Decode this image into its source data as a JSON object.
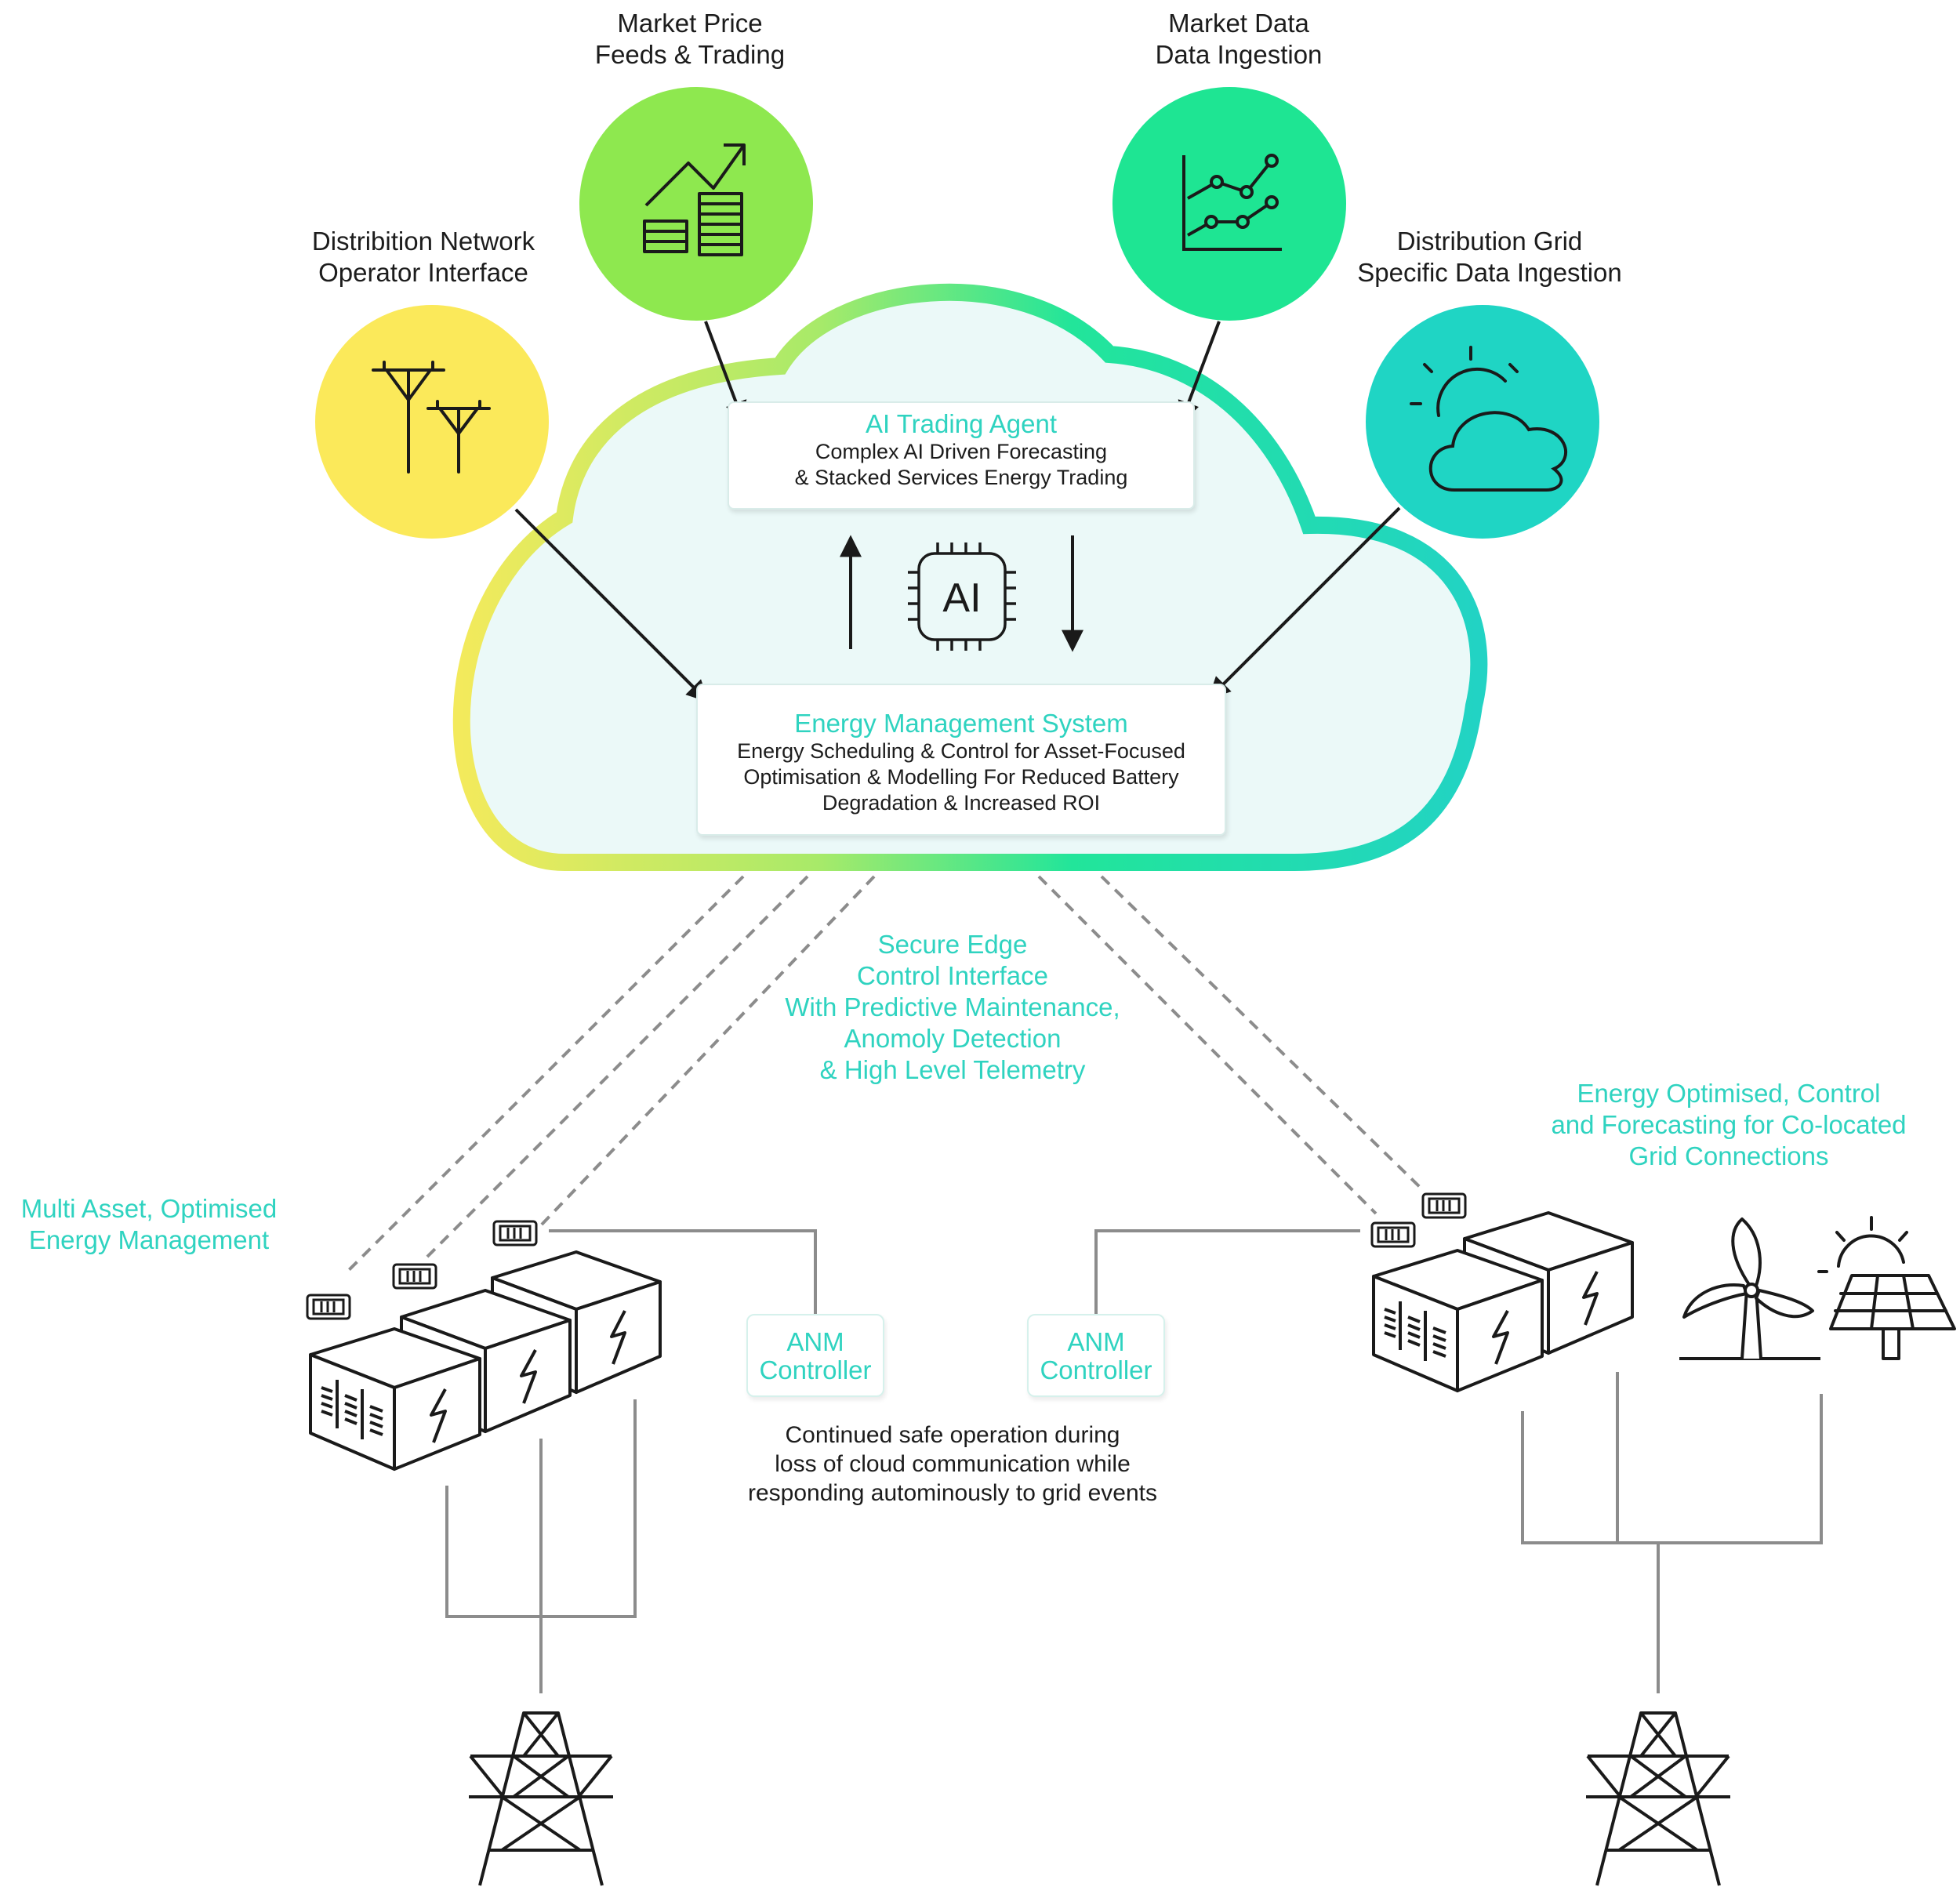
{
  "nodes": {
    "dno": {
      "lines": [
        "Distribition Network",
        "Operator Interface"
      ],
      "icon": "power-lines-icon",
      "color": "#fbe95a"
    },
    "market_price": {
      "lines": [
        "Market Price",
        "Feeds & Trading"
      ],
      "icon": "trend-up-coins-icon",
      "color": "#8ee84f"
    },
    "market_data": {
      "lines": [
        "Market Data",
        "Data Ingestion"
      ],
      "icon": "line-chart-icon",
      "color": "#1ee593"
    },
    "grid_data": {
      "lines": [
        "Distribution Grid",
        "Specific Data Ingestion"
      ],
      "icon": "sun-cloud-icon",
      "color": "#1fd5c4"
    }
  },
  "cloud": {
    "ai_trading": {
      "title": "AI Trading Agent",
      "lines": [
        "Complex AI Driven Forecasting",
        "& Stacked Services Energy Trading"
      ]
    },
    "chip_label": "AI",
    "ems": {
      "title": "Energy Management System",
      "lines": [
        "Energy Scheduling & Control for Asset-Focused",
        "Optimisation & Modelling For Reduced Battery",
        "Degradation & Increased ROI"
      ]
    }
  },
  "secure_edge": {
    "lines": [
      "Secure Edge",
      "Control Interface",
      "With Predictive Maintenance,",
      "Anomoly Detection",
      "& High Level Telemetry"
    ]
  },
  "left_site": {
    "lines": [
      "Multi Asset, Optimised",
      "Energy Management"
    ]
  },
  "right_site": {
    "lines": [
      "Energy Optimised, Control",
      "and Forecasting for Co-located",
      "Grid Connections"
    ]
  },
  "anm_left": {
    "lines": [
      "ANM",
      "Controller"
    ]
  },
  "anm_right": {
    "lines": [
      "ANM",
      "Controller"
    ]
  },
  "continued": {
    "lines": [
      "Continued safe operation during",
      "loss of cloud communication while",
      "responding autominously to grid events"
    ]
  },
  "colors": {
    "teal": "#2fd3c0",
    "yellow": "#fbe95a",
    "lime": "#8ee84f",
    "green": "#1ee593",
    "turquoise": "#1fd5c4",
    "cloud_fill": "#ebf9f8",
    "connector": "#8c8c8c"
  }
}
